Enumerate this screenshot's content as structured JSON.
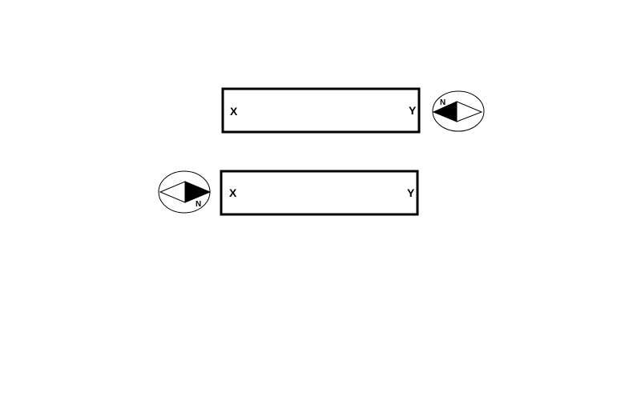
{
  "diagram": {
    "stroke_color": "#000000",
    "fill_color": "#ffffff",
    "boxes": [
      {
        "left_label": "X",
        "right_label": "Y"
      },
      {
        "left_label": "X",
        "right_label": "Y"
      }
    ],
    "compasses": [
      {
        "north_label": "N",
        "points_toward": "west"
      },
      {
        "north_label": "N",
        "points_toward": "east"
      }
    ]
  }
}
